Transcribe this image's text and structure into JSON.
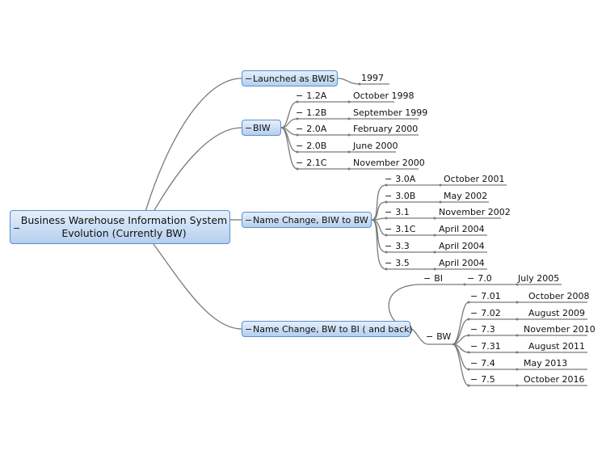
{
  "root": {
    "label": "Business Warehouse Information System\nEvolution (Currently BW)",
    "line1": "Business Warehouse Information System",
    "line2": "Evolution (Currently BW)"
  },
  "dash": "−",
  "branches": {
    "bwis": {
      "label": "Launched as BWIS",
      "date": "1997"
    },
    "biw": {
      "label": "BIW",
      "items": [
        {
          "label": "1.2A",
          "date": "October 1998"
        },
        {
          "label": "1.2B",
          "date": "September 1999"
        },
        {
          "label": "2.0A",
          "date": "February 2000"
        },
        {
          "label": "2.0B",
          "date": "June 2000"
        },
        {
          "label": "2.1C",
          "date": "November 2000"
        }
      ]
    },
    "biw_to_bw": {
      "label": "Name Change, BIW to BW",
      "items": [
        {
          "label": "3.0A",
          "date": "October 2001"
        },
        {
          "label": "3.0B",
          "date": "May 2002"
        },
        {
          "label": "3.1",
          "date": "November 2002"
        },
        {
          "label": "3.1C",
          "date": "April 2004"
        },
        {
          "label": "3.3",
          "date": "April 2004"
        },
        {
          "label": "3.5",
          "date": "April 2004"
        }
      ]
    },
    "bw_to_bi": {
      "label": "Name Change, BW to BI ( and back)",
      "bi": {
        "label": "BI",
        "items": [
          {
            "label": "7.0",
            "date": "July 2005"
          }
        ]
      },
      "bw": {
        "label": "BW",
        "items": [
          {
            "label": "7.01",
            "date": "October 2008"
          },
          {
            "label": "7.02",
            "date": "August 2009"
          },
          {
            "label": "7.3",
            "date": "November 2010"
          },
          {
            "label": "7.31",
            "date": "August 2011"
          },
          {
            "label": "7.4",
            "date": "May 2013"
          },
          {
            "label": "7.5",
            "date": "October 2016"
          }
        ]
      }
    }
  }
}
